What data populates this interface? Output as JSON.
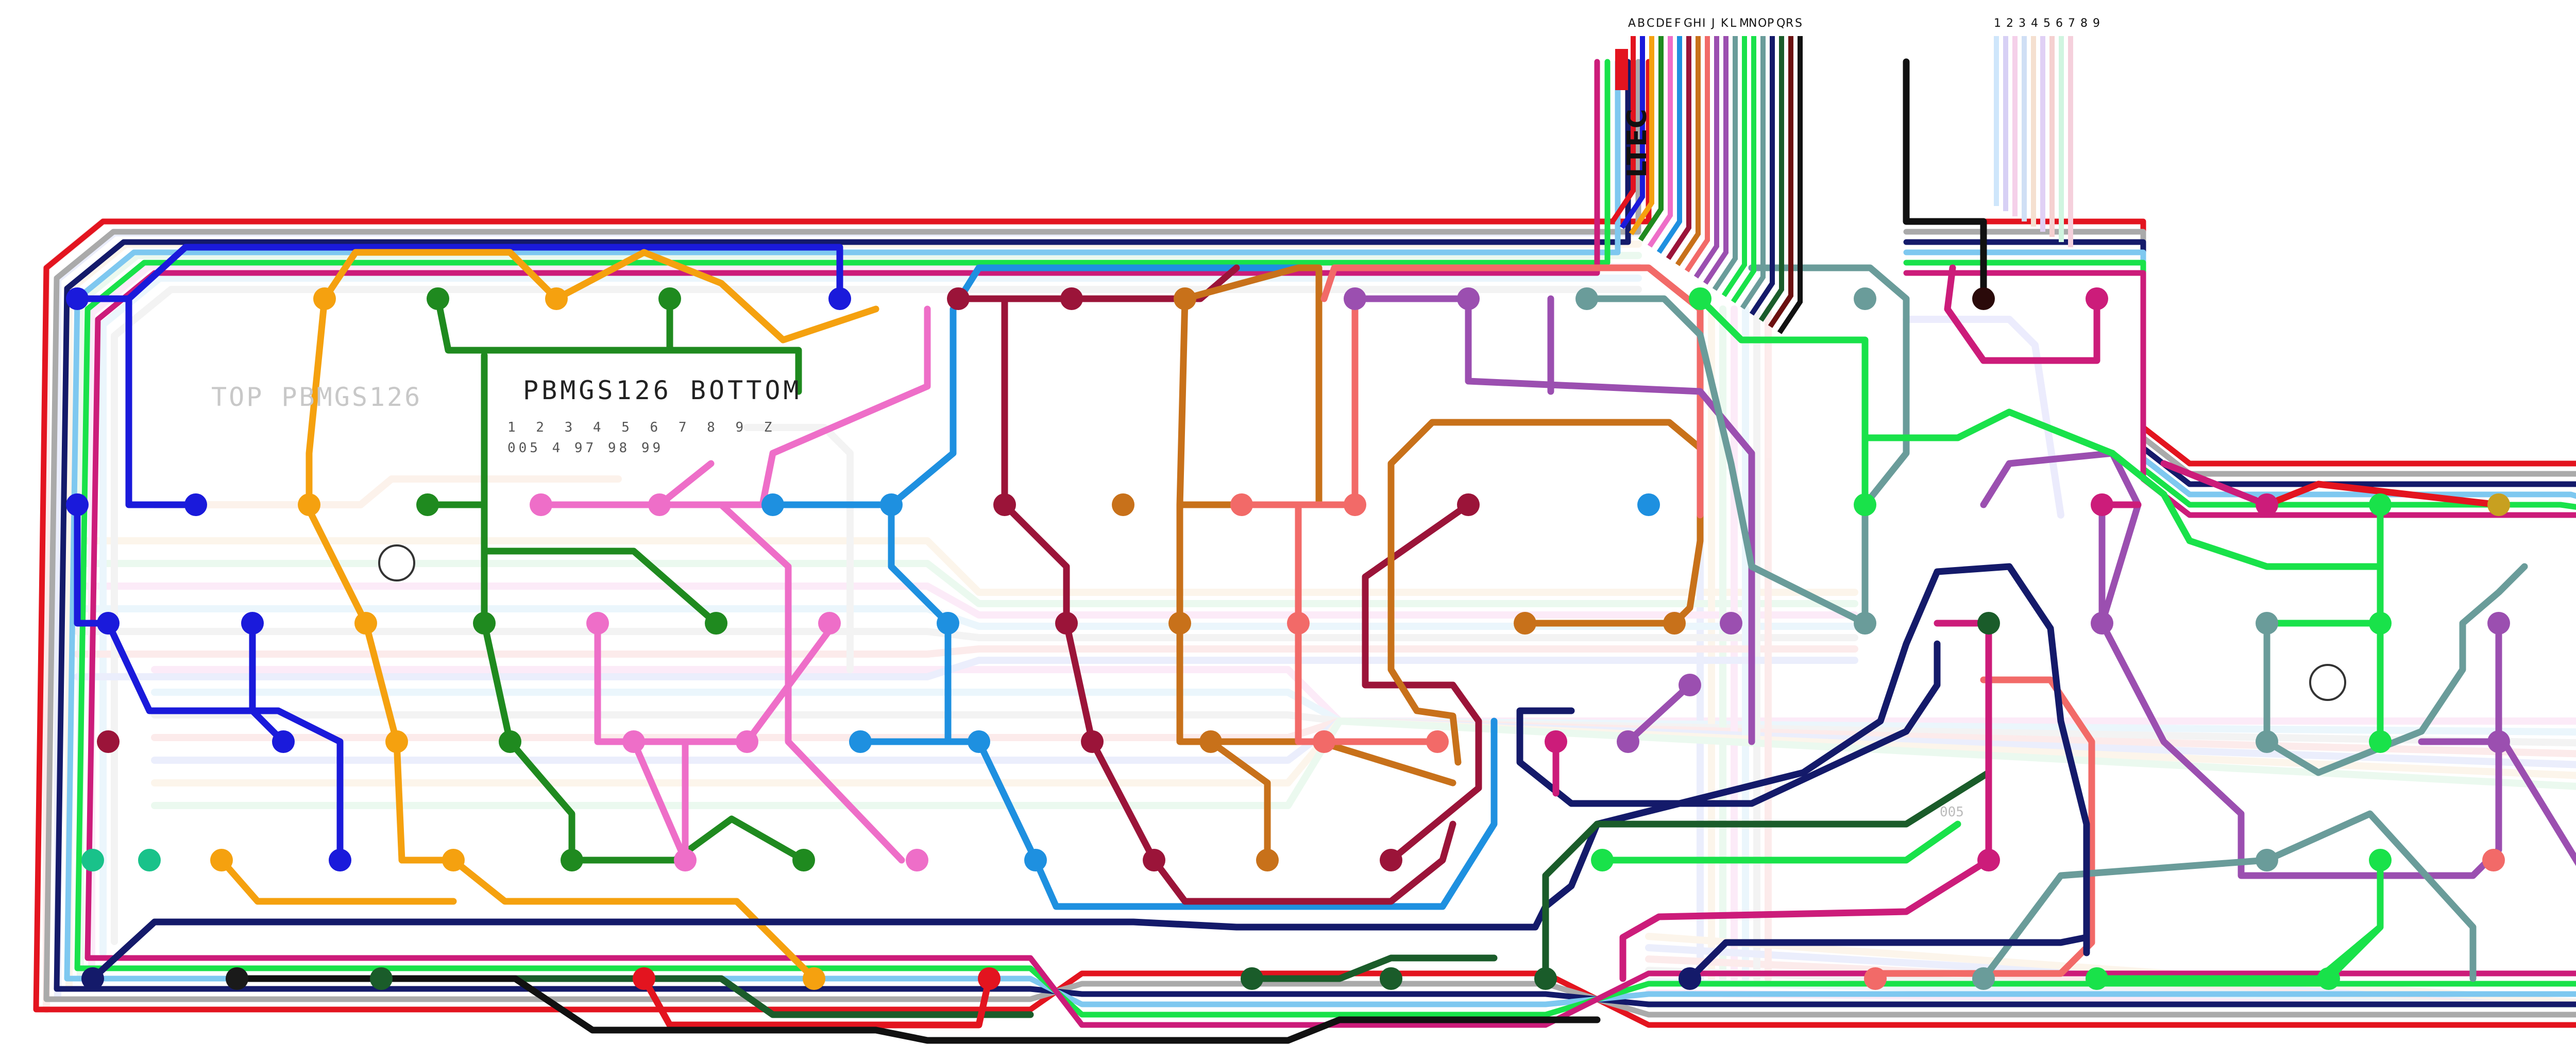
{
  "labels": {
    "top_silk": "TOP PBMGS126",
    "bottom_silk": "PBMGS126  BOTTOM",
    "brand": "LTEC",
    "row_numbers": "1 2 3 4 5 6 7 8 9 Z",
    "row_codes": "005 4          97 98 99",
    "inner_code": "005"
  },
  "connector_letters": [
    "A",
    "B",
    "C",
    "D",
    "E",
    "F",
    "G",
    "H",
    "I",
    "J",
    "K",
    "L",
    "M",
    "N",
    "O",
    "P",
    "Q",
    "R",
    "S"
  ],
  "connector_numbers": [
    "1",
    "2",
    "3",
    "4",
    "5",
    "6",
    "7",
    "8",
    "9"
  ],
  "colors": {
    "blue": "#1a1adb",
    "orange": "#f5a10f",
    "green": "#1f8a1f",
    "pink": "#ee6ec8",
    "skyblue": "#1e90e0",
    "maroon": "#9b1439",
    "brown": "#c8711a",
    "salmon": "#f26a68",
    "purple": "#9b4fb0",
    "teal": "#6a9c9a",
    "lime": "#19e24a",
    "navy": "#141a6a",
    "red": "#e3141f",
    "black": "#111111",
    "darkgreen": "#1a5c2a",
    "magenta": "#cc1c7a"
  }
}
